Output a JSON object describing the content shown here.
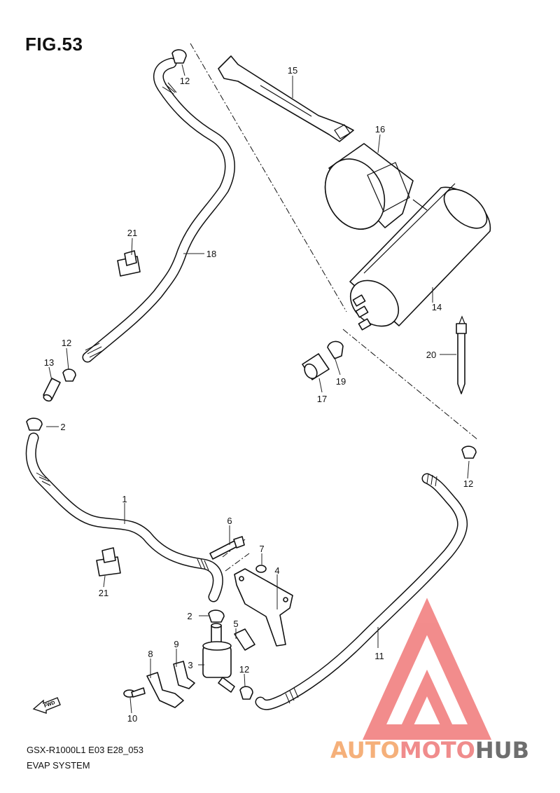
{
  "figure": {
    "title": "FIG.53"
  },
  "footer": {
    "model": "GSX-R1000L1  E03  E28_053",
    "system": "EVAP SYSTEM"
  },
  "fwd_label": "FWD",
  "callouts": [
    "1",
    "2",
    "2",
    "3",
    "4",
    "5",
    "6",
    "7",
    "8",
    "9",
    "10",
    "11",
    "12",
    "12",
    "12",
    "12",
    "13",
    "14",
    "15",
    "16",
    "17",
    "18",
    "19",
    "20",
    "21",
    "21"
  ],
  "watermark": {
    "brand": "AUTOMOTOHUB",
    "colors": {
      "auto": "#f5b07a",
      "moto": "#f08c8c",
      "hub": "#6e6e6e",
      "logo": "#f07070"
    }
  }
}
